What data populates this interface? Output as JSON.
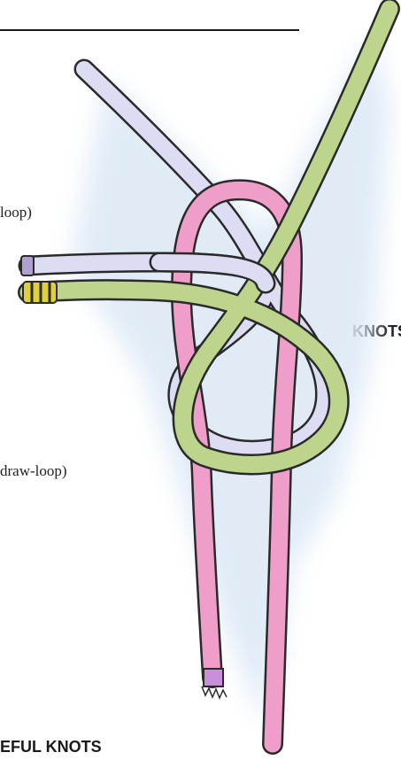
{
  "fragments": {
    "loop_1": "loop)",
    "heading_1": "KNOTS",
    "draw_loop": "draw-loop)",
    "heading_2": "EFUL KNOTS"
  },
  "illustration": {
    "subject": "knot-with-three-cords",
    "cord_colors": {
      "lavender": "#d8d8f0",
      "pink": "#ec9cc4",
      "green": "#b8d088",
      "outline": "#2a2a2a",
      "shadow": "#d6e6f6"
    }
  }
}
